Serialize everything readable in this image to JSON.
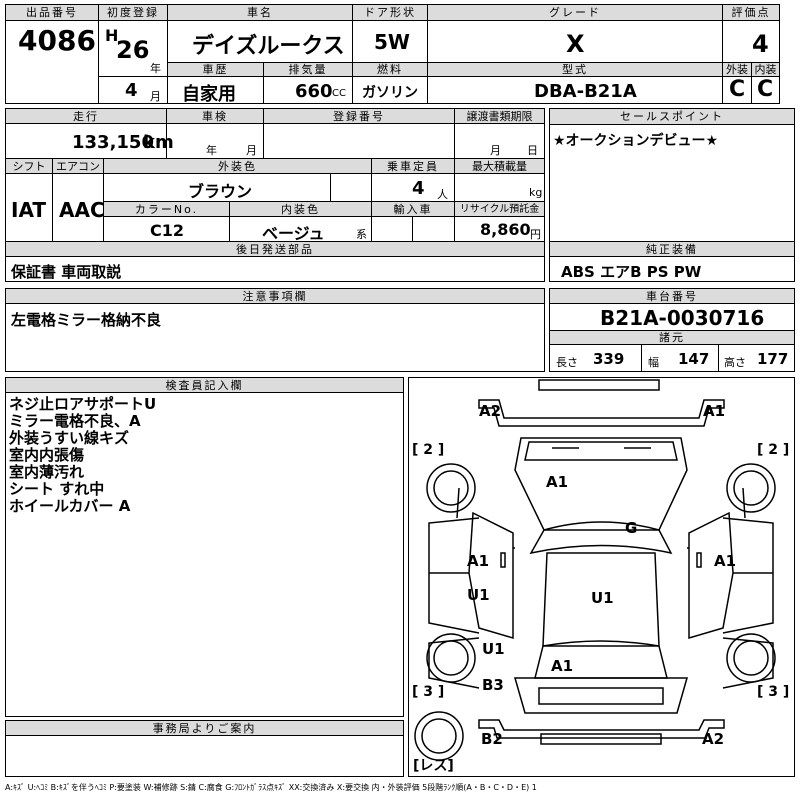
{
  "top": {
    "lot_label": "出品番号",
    "lot": "4086",
    "first_reg_label": "初度登録",
    "era": "H",
    "year": "26",
    "year_unit": "年",
    "month": "4",
    "month_unit": "月",
    "car_name_label": "車名",
    "car_name": "デイズルークス",
    "doors_label": "ドア形状",
    "doors": "5W",
    "grade_label": "グレード",
    "grade": "X",
    "score_label": "評価点",
    "score": "4",
    "history_label": "車歴",
    "history": "自家用",
    "displacement_label": "排気量",
    "displacement": "660",
    "displacement_unit": "CC",
    "fuel_label": "燃料",
    "fuel": "ガソリン",
    "model_label": "型式",
    "model": "DBA-B21A",
    "exterior_label": "外装",
    "exterior": "C",
    "interior_label": "内装",
    "interior": "C"
  },
  "row2": {
    "mileage_label": "走行",
    "mileage": "133,150",
    "mileage_unit": "km",
    "inspection_label": "車検",
    "insp_year_unit": "年",
    "insp_month_unit": "月",
    "reg_no_label": "登録番号",
    "transfer_label": "譲渡書類期限",
    "transfer_month_unit": "月",
    "transfer_day_unit": "日",
    "sales_point_label": "セールスポイント",
    "sales_point": "★オークションデビュー★",
    "shift_label": "シフト",
    "shift": "IAT",
    "ac_label": "エアコン",
    "ac": "AAC",
    "ext_color_label": "外装色",
    "ext_color": "ブラウン",
    "capacity_label": "乗車定員",
    "capacity": "4",
    "capacity_unit": "人",
    "max_load_label": "最大積載量",
    "max_load_unit": "kg",
    "color_no_label": "カラーNo.",
    "color_no": "C12",
    "int_color_label": "内装色",
    "int_color": "ベージュ",
    "int_color_unit": "系",
    "import_label": "輸入車",
    "recycle_label": "リサイクル預託金",
    "recycle": "8,860",
    "recycle_unit": "円"
  },
  "later_items": {
    "label": "後日発送部品",
    "value": "保証書 車両取説"
  },
  "genuine_equipment": {
    "label": "純正装備",
    "value": "ABS エアB PS PW"
  },
  "notes": {
    "label": "注意事項欄",
    "value": "左電格ミラー格納不良"
  },
  "chassis": {
    "label": "車台番号",
    "value": "B21A-0030716"
  },
  "specs": {
    "label": "諸元",
    "length_label": "長さ",
    "length": "339",
    "width_label": "幅",
    "width": "147",
    "height_label": "高さ",
    "height": "177"
  },
  "inspector": {
    "label": "検査員記入欄",
    "lines": [
      "ネジ止ロアサポートU",
      "ミラー電格不良、A",
      "外装うすい線キズ",
      "室内内張傷",
      "室内薄汚れ",
      "シート すれ中",
      "ホイールカバー A"
    ]
  },
  "office": {
    "label": "事務局よりご案内"
  },
  "diagram": {
    "marks": [
      "A2",
      "A1",
      "A1",
      "G",
      "A1",
      "A1",
      "U1",
      "U1",
      "U1",
      "A1",
      "B3",
      "B2",
      "A2"
    ],
    "tires": [
      "[ 2 ]",
      "[ 2 ]",
      "[ 3 ]",
      "[ 3 ]",
      "[レス]"
    ]
  },
  "legend": "A:ｷｽﾞ U:ﾍｺﾐ B:ｷｽﾞを伴うﾍｺﾐ P:要塗装 W:補修跡 S:錆 C:腐食 G:ﾌﾛﾝﾄｶﾞﾗｽ点ｷｽﾞ XX:交換済み X:要交換 内・外装評価 5段階ﾗﾝｸ順(A・B・C・D・E) 1"
}
